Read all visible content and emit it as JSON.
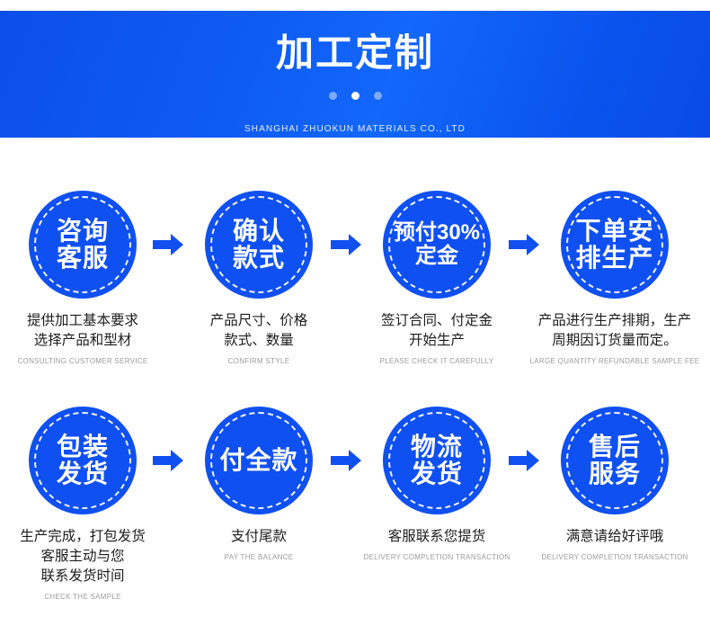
{
  "banner": {
    "title": "加工定制",
    "subtitle": "SHANGHAI ZHUOKUN MATERIALS CO., LTD",
    "dots": [
      "dot-1",
      "dot-2",
      "dot-3"
    ],
    "active_dot_index": 1,
    "bg_color_start": "#0b4fe8",
    "bg_color_end": "#0a4ae6",
    "title_color": "#ffffff",
    "subtitle_color": "#e3ecff"
  },
  "theme": {
    "circle_color": "#0f50f2",
    "arrow_color": "#1050f0",
    "caption_color": "#1d1d1d",
    "subcaption_color": "#9b9b9b",
    "dashed_ring_color": "#ffffff"
  },
  "arrow_icon": "arrow-right-icon",
  "flow": {
    "rows": [
      {
        "steps": [
          {
            "circle_label": "咨询\n客服",
            "caption": "提供加工基本要求\n选择产品和型材",
            "subcaption": "CONSULTING CUSTOMER SERVICE",
            "label_size": "large"
          },
          {
            "circle_label": "确认\n款式",
            "caption": "产品尺寸、价格\n款式、数量",
            "subcaption": "CONFIRM STYLE",
            "label_size": "large"
          },
          {
            "circle_label": "预付30%\n定金",
            "caption": "签订合同、付定金\n开始生产",
            "subcaption": "PLEASE CHECK IT CAREFULLY",
            "label_size": "small"
          },
          {
            "circle_label": "下单安\n排生产",
            "caption": "产品进行生产排期，生产\n周期因订货量而定。",
            "subcaption": "LARGE QUANTITY REFUNDABLE SAMPLE FEE",
            "label_size": "large"
          }
        ]
      },
      {
        "steps": [
          {
            "circle_label": "包装\n发货",
            "caption": "生产完成，打包发货\n客服主动与您\n联系发货时间",
            "subcaption": "CHECK THE SAMPLE",
            "label_size": "large"
          },
          {
            "circle_label": "付全款",
            "caption": "支付尾款",
            "subcaption": "PAY THE BALANCE",
            "label_size": "large"
          },
          {
            "circle_label": "物流\n发货",
            "caption": "客服联系您提货",
            "subcaption": "DELIVERY COMPLETION TRANSACTION",
            "label_size": "large"
          },
          {
            "circle_label": "售后\n服务",
            "caption": "满意请给好评哦",
            "subcaption": "DELIVERY COMPLETION TRANSACTION",
            "label_size": "large"
          }
        ]
      }
    ]
  }
}
